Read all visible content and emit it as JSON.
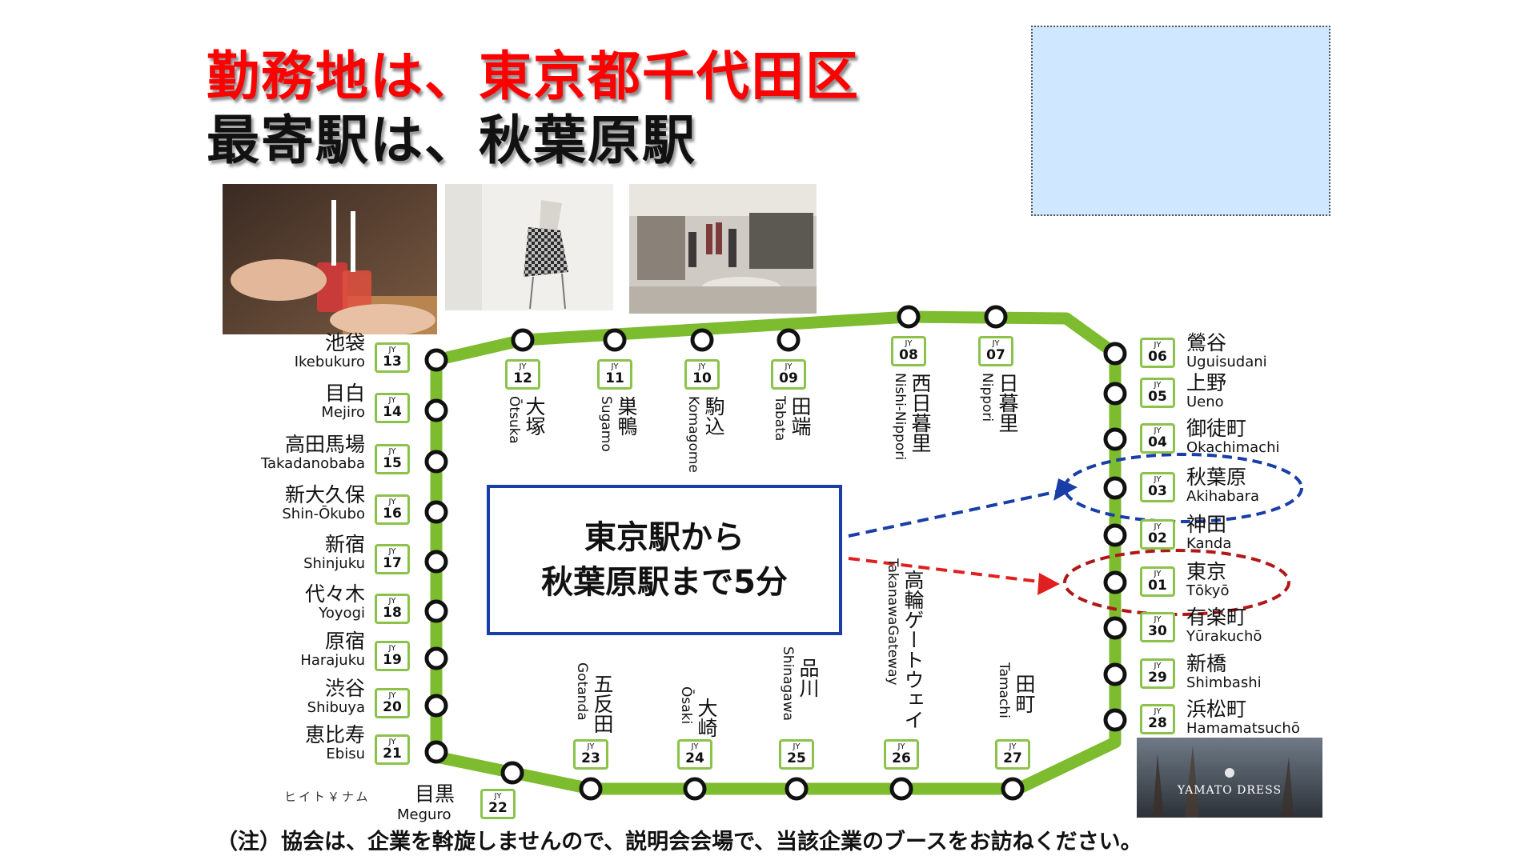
{
  "headline": {
    "line1": "勤務地は、東京都千代田区",
    "line2": "最寄駅は、秋葉原駅"
  },
  "colors": {
    "line_green": "#7dbb2f",
    "headline_red": "#ff0000",
    "arrow_blue": "#1a3ea8",
    "arrow_red": "#e02020",
    "ellipse_red": "#b01818",
    "box_blue": "#cfe8ff"
  },
  "photos": [
    "drinks-photo",
    "knit-skirt-photo",
    "boutique-photo"
  ],
  "badge_prefix": "JY",
  "stations": {
    "left": [
      {
        "ja": "池袋",
        "en": "Ikebukuro",
        "num": "13"
      },
      {
        "ja": "目白",
        "en": "Mejiro",
        "num": "14"
      },
      {
        "ja": "高田馬場",
        "en": "Takadanobaba",
        "num": "15"
      },
      {
        "ja": "新大久保",
        "en": "Shin-Ōkubo",
        "num": "16"
      },
      {
        "ja": "新宿",
        "en": "Shinjuku",
        "num": "17"
      },
      {
        "ja": "代々木",
        "en": "Yoyogi",
        "num": "18"
      },
      {
        "ja": "原宿",
        "en": "Harajuku",
        "num": "19"
      },
      {
        "ja": "渋谷",
        "en": "Shibuya",
        "num": "20"
      },
      {
        "ja": "恵比寿",
        "en": "Ebisu",
        "num": "21"
      }
    ],
    "top": [
      {
        "ja": "大塚",
        "en": "Ōtsuka",
        "num": "12"
      },
      {
        "ja": "巣鴨",
        "en": "Sugamo",
        "num": "11"
      },
      {
        "ja": "駒込",
        "en": "Komagome",
        "num": "10"
      },
      {
        "ja": "田端",
        "en": "Tabata",
        "num": "09"
      },
      {
        "ja": "西日暮里",
        "en": "Nishi-Nippori",
        "num": "08"
      },
      {
        "ja": "日暮里",
        "en": "Nippori",
        "num": "07"
      }
    ],
    "right": [
      {
        "ja": "鶯谷",
        "en": "Uguisudani",
        "num": "06"
      },
      {
        "ja": "上野",
        "en": "Ueno",
        "num": "05"
      },
      {
        "ja": "御徒町",
        "en": "Okachimachi",
        "num": "04"
      },
      {
        "ja": "秋葉原",
        "en": "Akihabara",
        "num": "03"
      },
      {
        "ja": "神田",
        "en": "Kanda",
        "num": "02"
      },
      {
        "ja": "東京",
        "en": "Tōkyō",
        "num": "01"
      },
      {
        "ja": "有楽町",
        "en": "Yūrakuchō",
        "num": "30"
      },
      {
        "ja": "新橋",
        "en": "Shimbashi",
        "num": "29"
      },
      {
        "ja": "浜松町",
        "en": "Hamamatsuchō",
        "num": "28"
      }
    ],
    "bottom": [
      {
        "ja": "目黒",
        "en": "Meguro",
        "num": "22"
      },
      {
        "ja": "五反田",
        "en": "Gotanda",
        "num": "23"
      },
      {
        "ja": "大崎",
        "en": "Ōsaki",
        "num": "24"
      },
      {
        "ja": "品川",
        "en": "Shinagawa",
        "num": "25"
      },
      {
        "ja": "高輪ゲートウェイ",
        "en": "TakanawaGateway",
        "num": "26"
      },
      {
        "ja": "田町",
        "en": "Tamachi",
        "num": "27"
      }
    ]
  },
  "callout": {
    "line1": "東京駅から",
    "line2": "秋葉原駅まで5分"
  },
  "small_glyphs": "ヒイト￥ナム",
  "logo_text": "YAMATO DRESS",
  "note": "（注）協会は、企業を斡旋しませんので、説明会会場で、当該企業のブースをお訪ねください。"
}
